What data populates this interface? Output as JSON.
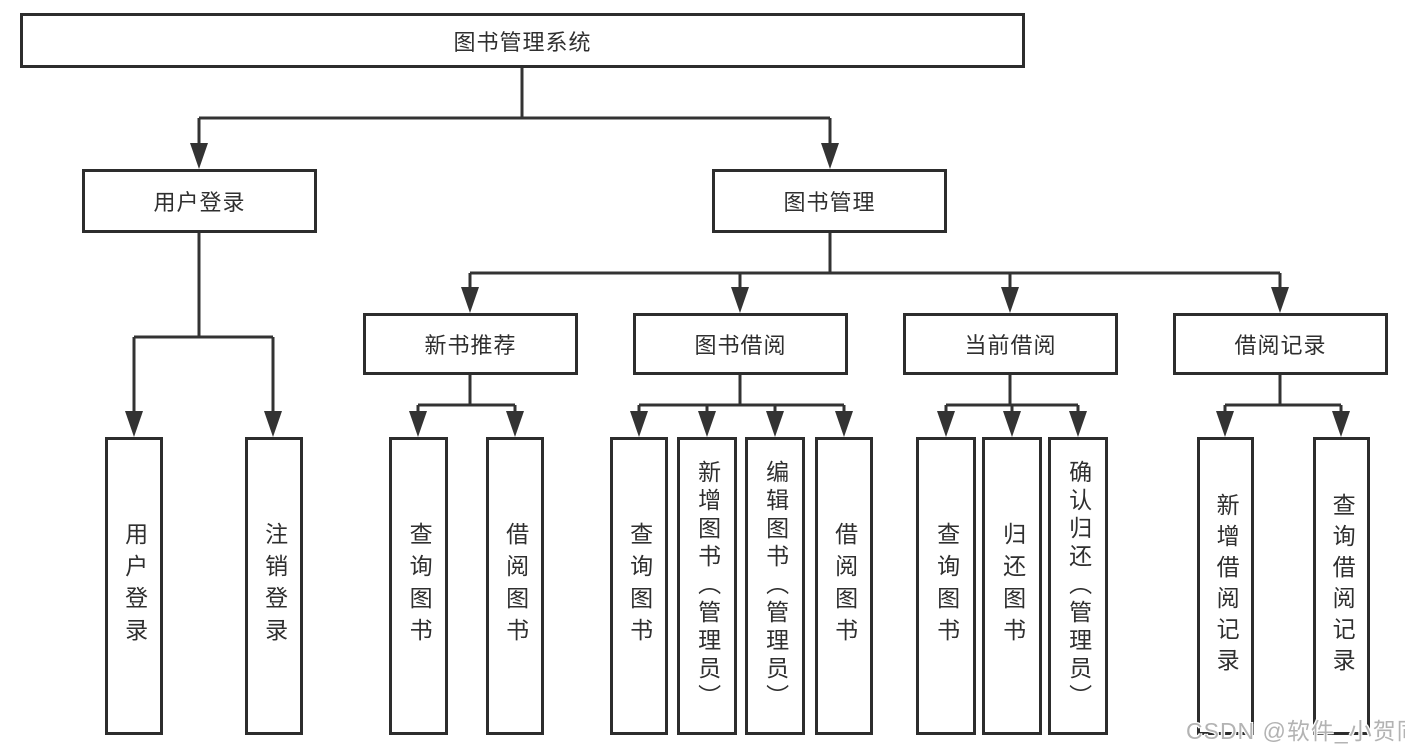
{
  "tree": {
    "label": "图书管理系统",
    "children": [
      {
        "label": "用户登录",
        "children": [
          {
            "label": "用户登录"
          },
          {
            "label": "注销登录"
          }
        ]
      },
      {
        "label": "图书管理",
        "children": [
          {
            "label": "新书推荐",
            "children": [
              {
                "label": "查询图书"
              },
              {
                "label": "借阅图书"
              }
            ]
          },
          {
            "label": "图书借阅",
            "children": [
              {
                "label": "查询图书"
              },
              {
                "label": "新增图书（管理员）"
              },
              {
                "label": "编辑图书（管理员）"
              },
              {
                "label": "借阅图书"
              }
            ]
          },
          {
            "label": "当前借阅",
            "children": [
              {
                "label": "查询图书"
              },
              {
                "label": "归还图书"
              },
              {
                "label": "确认归还（管理员）"
              }
            ]
          },
          {
            "label": "借阅记录",
            "children": [
              {
                "label": "新增借阅记录"
              },
              {
                "label": "查询借阅记录"
              }
            ]
          }
        ]
      }
    ]
  },
  "watermark": {
    "text": "CSDN @软件_小贺同学"
  },
  "colors": {
    "line": "#333333",
    "box_border": "#2d2d2d",
    "text": "#2f2f2f",
    "watermark": "#b3b3b3",
    "background": "#ffffff"
  }
}
